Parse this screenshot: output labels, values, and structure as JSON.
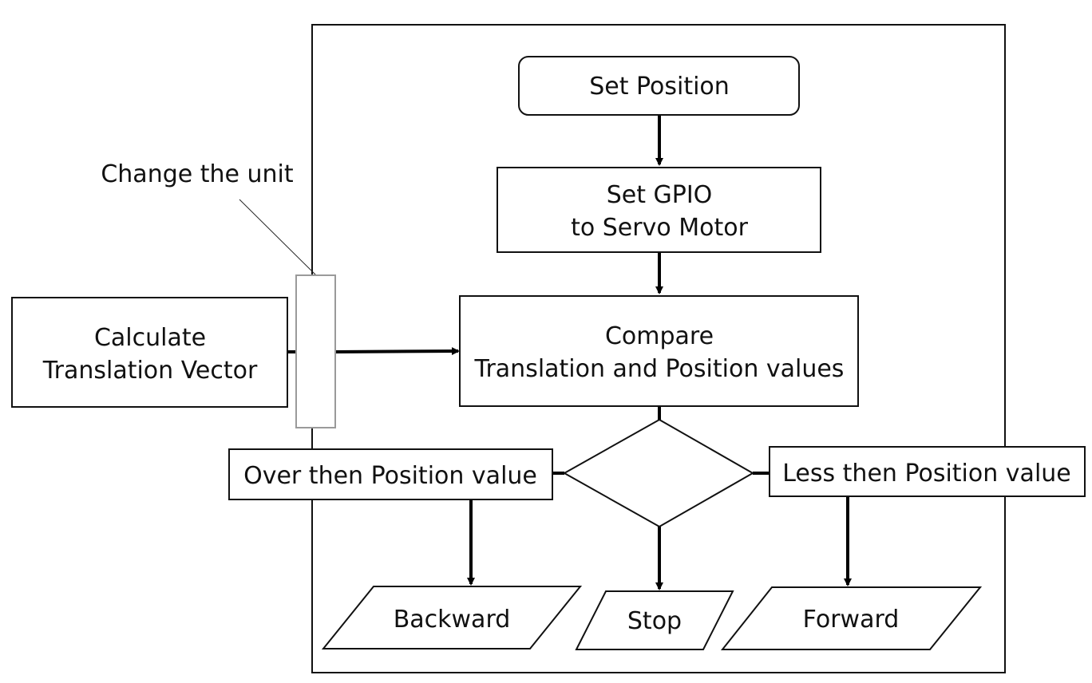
{
  "nodes": {
    "set_position": {
      "label": "Set Position"
    },
    "set_gpio": {
      "line1": "Set GPIO",
      "line2": "to Servo Motor"
    },
    "compare": {
      "line1": "Compare",
      "line2": "Translation and Position values"
    },
    "calculate": {
      "line1": "Calculate",
      "line2": "Translation Vector"
    },
    "over": {
      "label": "Over then Position value"
    },
    "less": {
      "label": "Less then Position value"
    },
    "backward": {
      "label": "Backward"
    },
    "stop": {
      "label": "Stop"
    },
    "forward": {
      "label": "Forward"
    }
  },
  "annotation": {
    "label": "Change the unit"
  }
}
